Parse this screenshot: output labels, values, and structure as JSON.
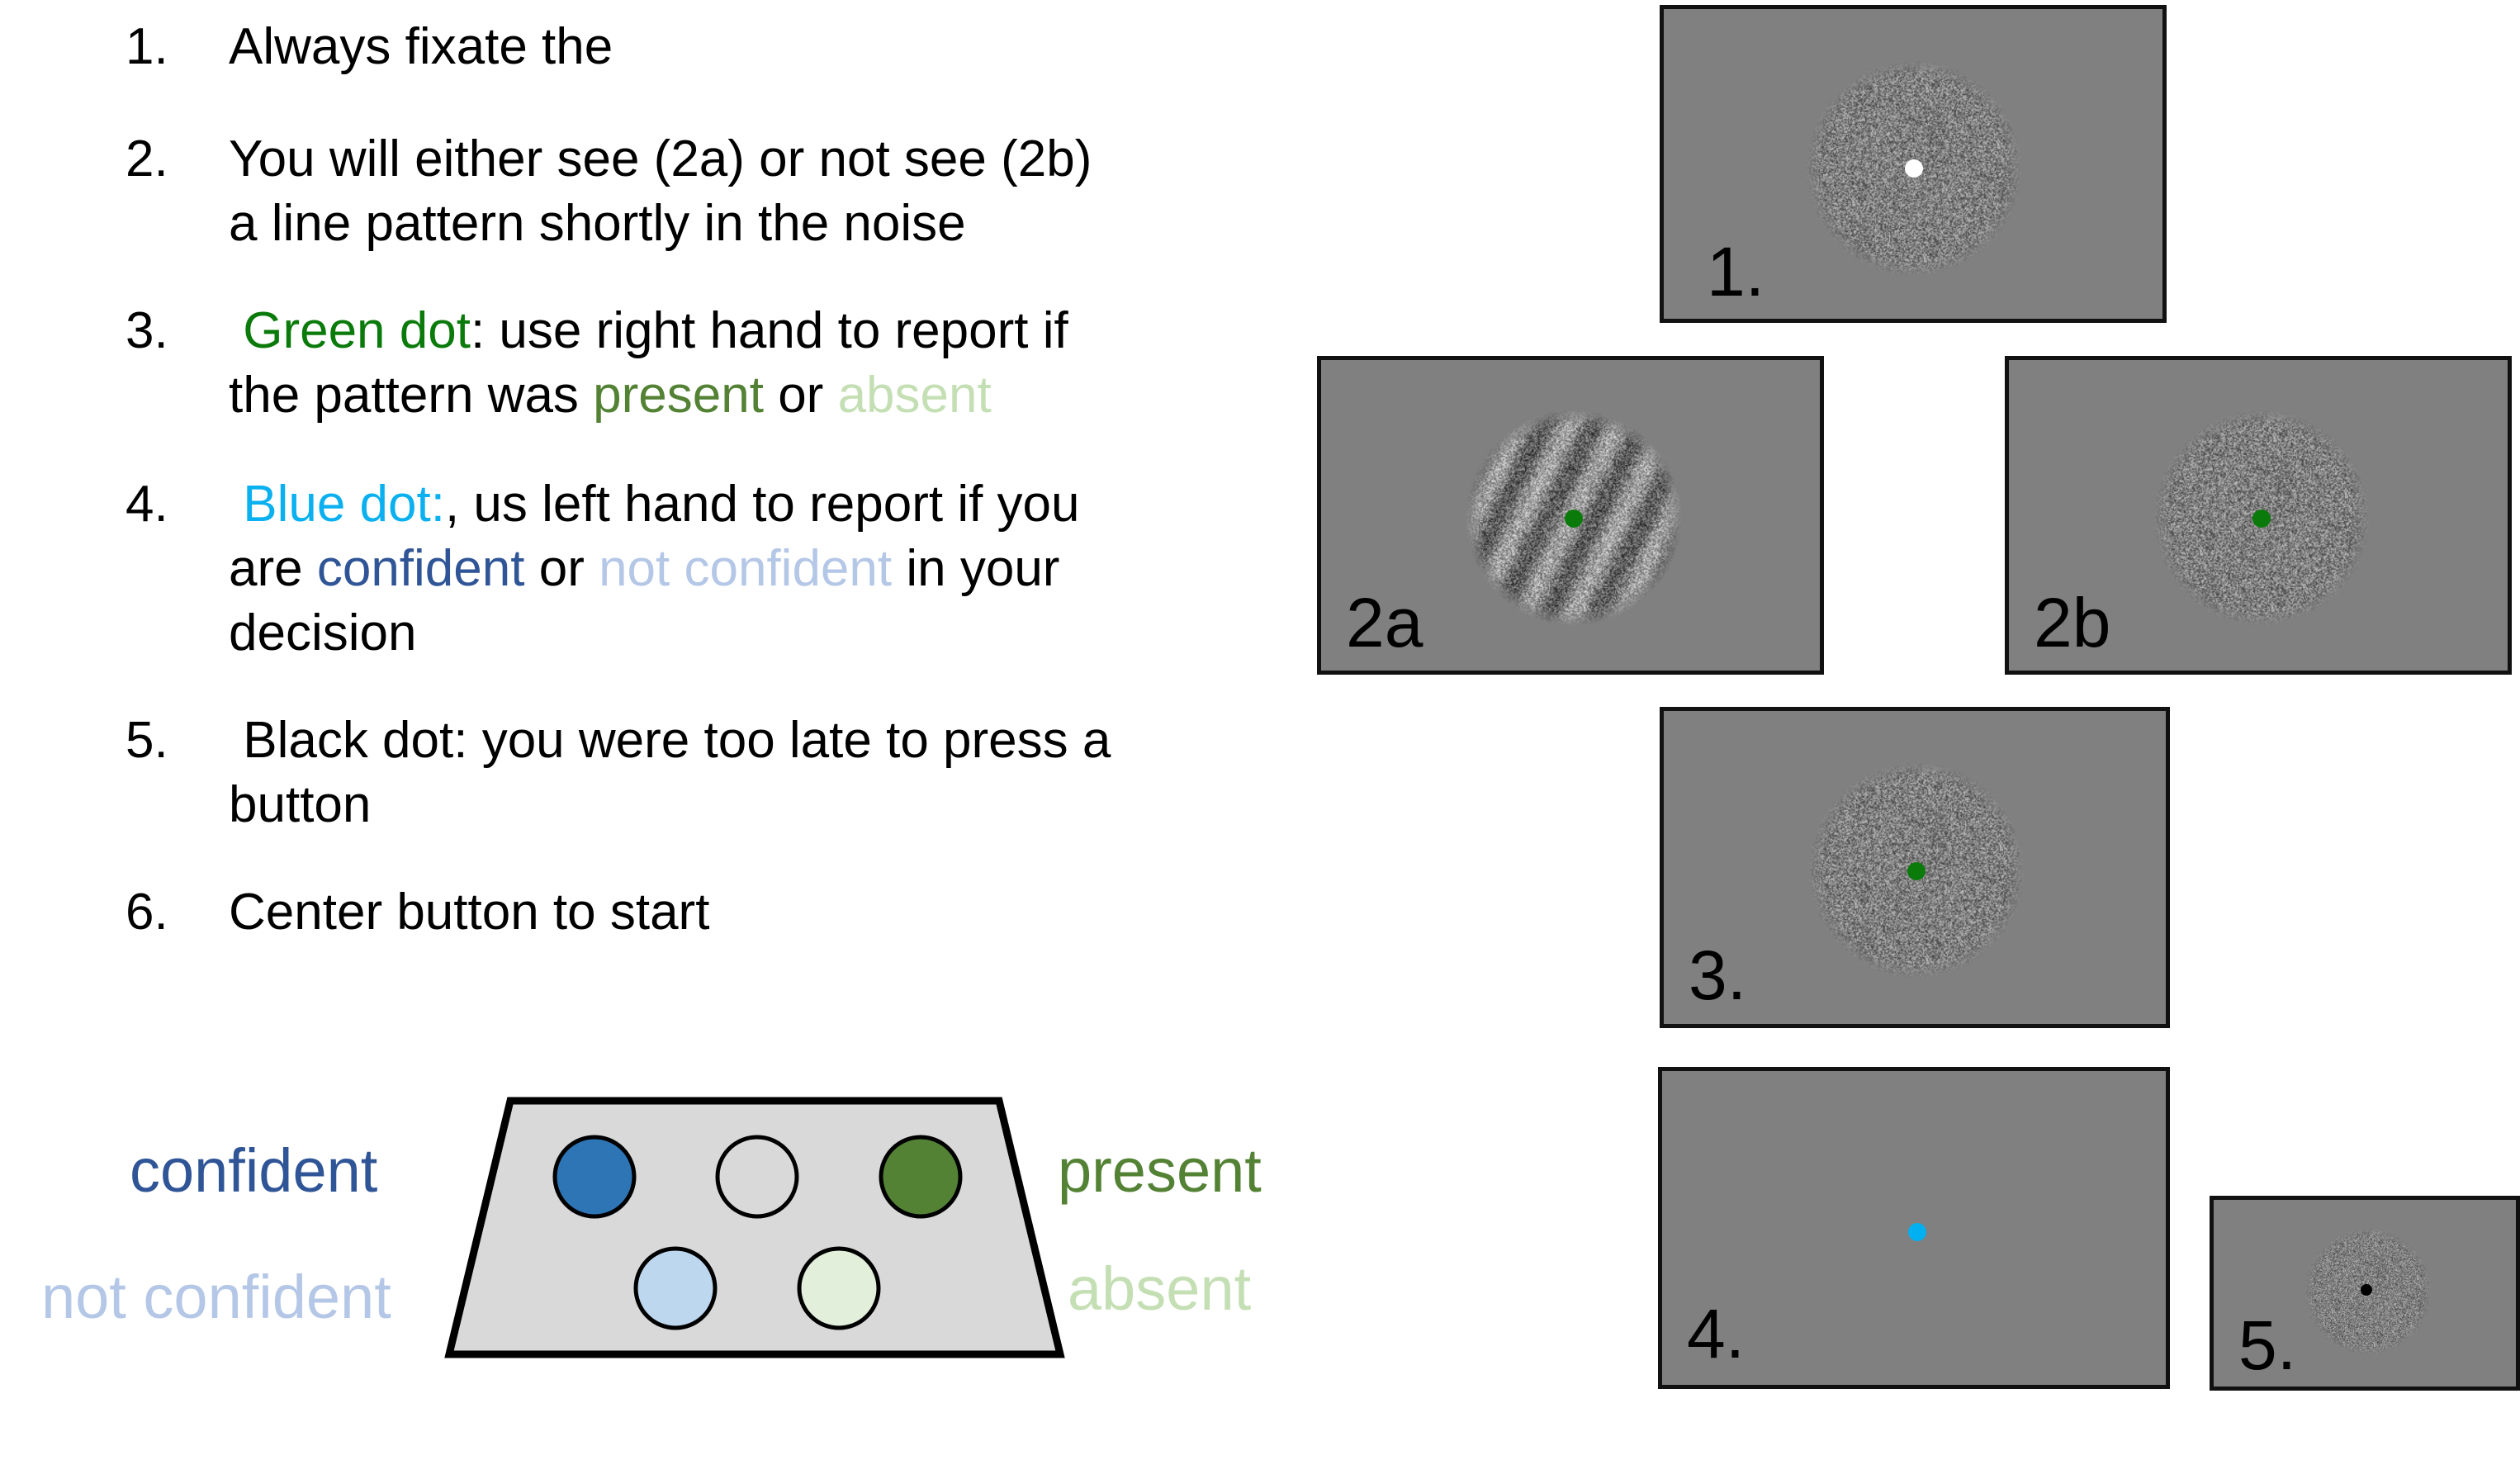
{
  "instructions": [
    {
      "num": "1.",
      "lines": [
        [
          {
            "t": "Always fixate the",
            "c": ""
          }
        ]
      ]
    },
    {
      "num": "2.",
      "lines": [
        [
          {
            "t": "You will either see (2a) or not see (2b)",
            "c": ""
          }
        ],
        [
          {
            "t": "a line pattern shortly in the noise",
            "c": ""
          }
        ]
      ]
    },
    {
      "num": "3.",
      "lines": [
        [
          {
            "t": " Green dot",
            "c": "c-green"
          },
          {
            "t": ": use right hand to report if",
            "c": ""
          }
        ],
        [
          {
            "t": "the pattern was ",
            "c": ""
          },
          {
            "t": "present",
            "c": "c-present"
          },
          {
            "t": " or ",
            "c": ""
          },
          {
            "t": "absent",
            "c": "c-absent"
          }
        ]
      ]
    },
    {
      "num": "4.",
      "lines": [
        [
          {
            "t": " Blue dot:",
            "c": "c-blue"
          },
          {
            "t": ", us left hand to report if you",
            "c": ""
          }
        ],
        [
          {
            "t": "are ",
            "c": ""
          },
          {
            "t": "confident",
            "c": "c-conf"
          },
          {
            "t": " or ",
            "c": ""
          },
          {
            "t": "not confident",
            "c": "c-notconf"
          },
          {
            "t": " in your",
            "c": ""
          }
        ],
        [
          {
            "t": "decision",
            "c": ""
          }
        ]
      ]
    },
    {
      "num": "5.",
      "lines": [
        [
          {
            "t": " Black dot: you were too late to press a",
            "c": ""
          }
        ],
        [
          {
            "t": "button",
            "c": ""
          }
        ]
      ]
    },
    {
      "num": "6.",
      "lines": [
        [
          {
            "t": "Center button to start",
            "c": ""
          }
        ]
      ]
    }
  ],
  "legend": {
    "confident": "confident",
    "not_confident": "not confident",
    "present": "present",
    "absent": "absent"
  },
  "button_box": {
    "fill": "#d9d9d9",
    "buttons": [
      {
        "name": "confident-button",
        "color": "#2e75b6"
      },
      {
        "name": "center-button",
        "color": "#d9d9d9"
      },
      {
        "name": "present-button",
        "color": "#548235"
      },
      {
        "name": "not-confident-button",
        "color": "#bdd7ee"
      },
      {
        "name": "absent-button",
        "color": "#e2efda"
      }
    ]
  },
  "panels": [
    {
      "label": "1.",
      "dot_color": "#ffffff",
      "noise": true,
      "grating": false
    },
    {
      "label": "2a",
      "dot_color": "#0a7a0a",
      "noise": true,
      "grating": true
    },
    {
      "label": "2b",
      "dot_color": "#0a7a0a",
      "noise": true,
      "grating": false
    },
    {
      "label": "3.",
      "dot_color": "#0a7a0a",
      "noise": true,
      "grating": false
    },
    {
      "label": "4.",
      "dot_color": "#00b0f0",
      "noise": false,
      "grating": false
    },
    {
      "label": "5.",
      "dot_color": "#000000",
      "noise": true,
      "grating": false
    }
  ]
}
